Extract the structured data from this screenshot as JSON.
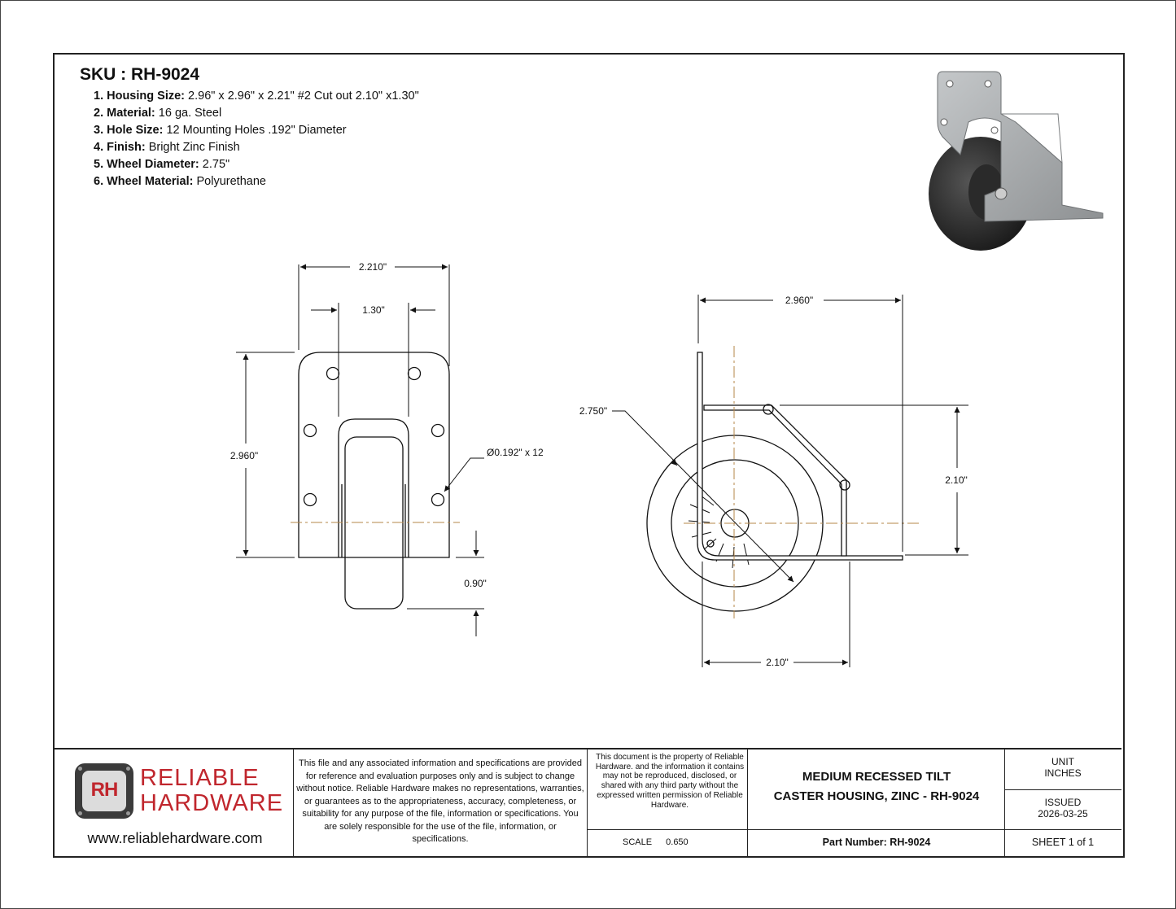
{
  "sku": {
    "label": "SKU : RH-9024"
  },
  "specs": [
    {
      "label": "1. Housing Size:",
      "value": "2.96\" x 2.96\" x 2.21\" #2 Cut out 2.10\" x1.30\""
    },
    {
      "label": "2. Material:",
      "value": "16 ga. Steel"
    },
    {
      "label": "3. Hole Size:",
      "value": "12 Mounting Holes .192\" Diameter"
    },
    {
      "label": "4. Finish:",
      "value": "Bright Zinc Finish"
    },
    {
      "label": "5. Wheel Diameter:",
      "value": "2.75\""
    },
    {
      "label": "6. Wheel Material:",
      "value": "Polyurethane"
    }
  ],
  "dimensions": {
    "front_width": "2.210\"",
    "cutout_width": "1.30\"",
    "front_height": "2.960\"",
    "hole_callout": "Ø0.192\" x 12",
    "wheel_drop": "0.90\"",
    "side_depth": "2.960\"",
    "wheel_diameter": "2.750\"",
    "side_height": "2.10\"",
    "bottom_length": "2.10\""
  },
  "title_block": {
    "logo_line1": "RELIABLE",
    "logo_line2": "HARDWARE",
    "logo_mark": "RH",
    "website": "www.reliablehardware.com",
    "disclaimer": "This file and any associated information and specifications are provided for reference and evaluation purposes only and is subject to change without notice.  Reliable Hardware makes no representations, warranties, or guarantees as to the appropriateness, accuracy, completeness, or suitability for any purpose of the file, information or specifications. You are solely responsible for the use of the file, information, or specifications.",
    "property_notice": "This document is the property of Reliable Hardware. and the information it contains may not be reproduced, disclosed, or shared with any third party without the expressed written permission of Reliable Hardware.",
    "title_line1": "MEDIUM RECESSED TILT",
    "title_line2": "CASTER HOUSING, ZINC - RH-9024",
    "unit_label": "UNIT",
    "unit_value": "INCHES",
    "issued_label": "ISSUED",
    "issued_value": "2026-03-25",
    "scale_label": "SCALE",
    "scale_value": "0.650",
    "part_number": "Part Number: RH-9024",
    "sheet": "SHEET 1 of 1"
  },
  "colors": {
    "brand_red": "#c0262d",
    "line": "#111111",
    "centerline": "#b5874a",
    "steel": "#a8abad",
    "wheel": "#222222"
  }
}
